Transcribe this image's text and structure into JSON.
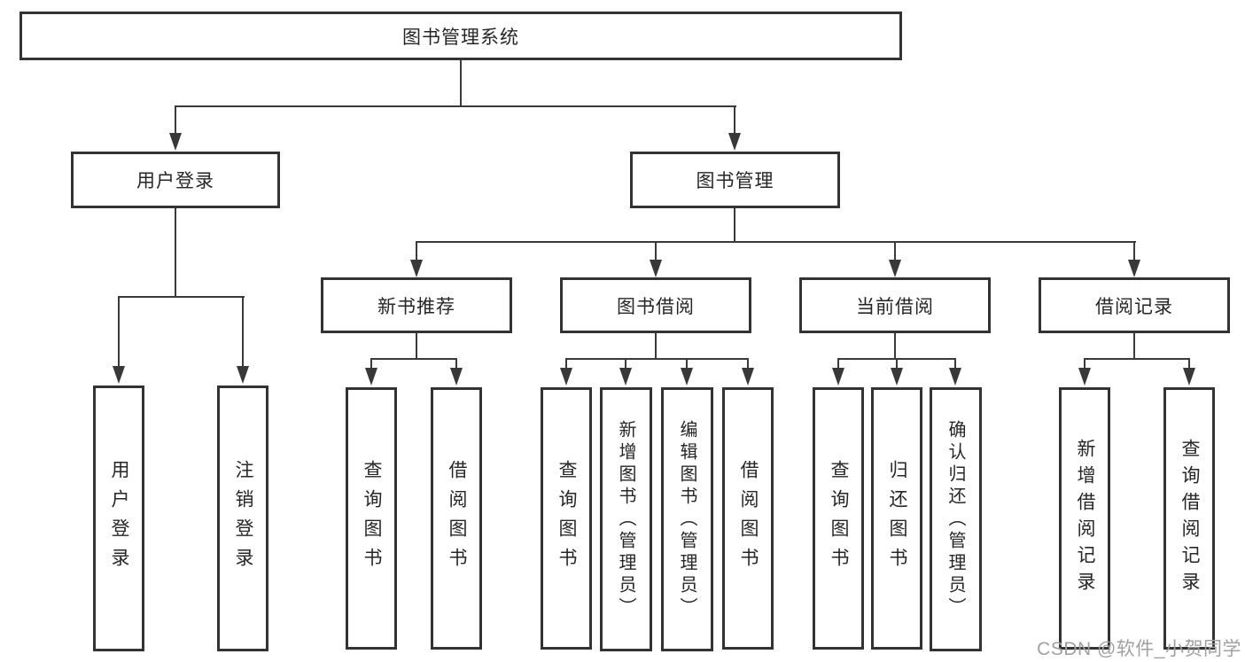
{
  "tree": {
    "label": "图书管理系统",
    "children": [
      {
        "label": "用户登录",
        "children": [
          {
            "label": "用户登录"
          },
          {
            "label": "注销登录"
          }
        ]
      },
      {
        "label": "图书管理",
        "children": [
          {
            "label": "新书推荐",
            "children": [
              {
                "label": "查询图书"
              },
              {
                "label": "借阅图书"
              }
            ]
          },
          {
            "label": "图书借阅",
            "children": [
              {
                "label": "查询图书"
              },
              {
                "label": "新增图书（管理员）"
              },
              {
                "label": "编辑图书（管理员）"
              },
              {
                "label": "借阅图书"
              }
            ]
          },
          {
            "label": "当前借阅",
            "children": [
              {
                "label": "查询图书"
              },
              {
                "label": "归还图书"
              },
              {
                "label": "确认归还（管理员）"
              }
            ]
          },
          {
            "label": "借阅记录",
            "children": [
              {
                "label": "新增借阅记录"
              },
              {
                "label": "查询借阅记录"
              }
            ]
          }
        ]
      }
    ]
  },
  "watermark": "CSDN @软件_小贺同学",
  "colors": {
    "line": "#3a3a3a",
    "border": "#333333",
    "text": "#262626",
    "watermark": "#a0a0a0"
  }
}
